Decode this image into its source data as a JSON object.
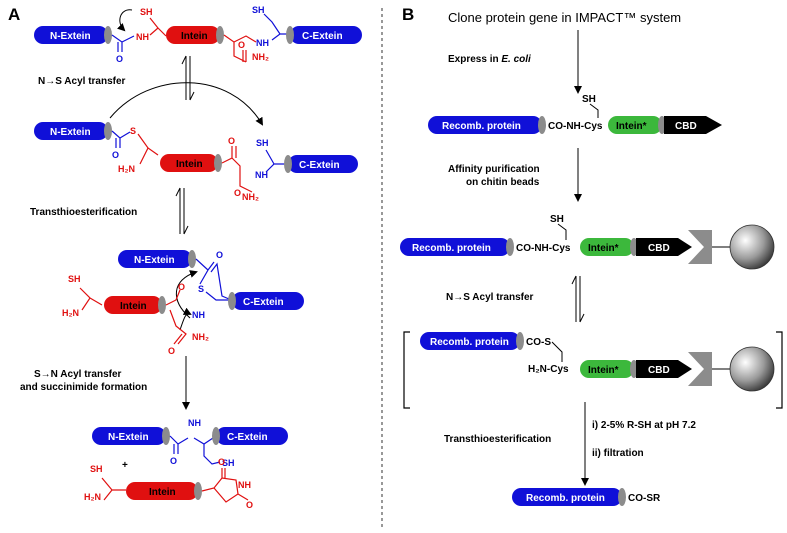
{
  "panel_a": {
    "label": "A",
    "n_extein": "N-Extein",
    "c_extein": "C-Extein",
    "intein": "Intein",
    "sh": "SH",
    "nh": "NH",
    "h2n": "H₂N",
    "nh2": "NH₂",
    "o": "O",
    "s": "S",
    "step1": "N→S Acyl transfer",
    "step2": "Transthioesterification",
    "step3_line1": "S→N Acyl transfer",
    "step3_line2": "and succinimide formation",
    "plus": "+"
  },
  "panel_b": {
    "label": "B",
    "title": "Clone protein gene in IMPACT™ system",
    "express_prefix": "Express in ",
    "express_organism": "E. coli",
    "recomb": "Recomb. protein",
    "intein_star": "Intein*",
    "cbd": "CBD",
    "linker": "CO-NH-Cys",
    "sh": "SH",
    "affinity_line1": "Affinity purification",
    "affinity_line2": "on chitin beads",
    "acyl": "N→S Acyl transfer",
    "cos": "CO-S",
    "h2ncys": "H₂N-Cys",
    "trans": "Transthioesterification",
    "cond1": "i) 2-5% R-SH at pH 7.2",
    "cond2": "ii) filtration",
    "cosr": "CO-SR"
  },
  "colors": {
    "blue": "#1010d8",
    "red": "#e01010",
    "green": "#3cb83c",
    "black": "#000000",
    "grey": "#8c8c8c"
  }
}
